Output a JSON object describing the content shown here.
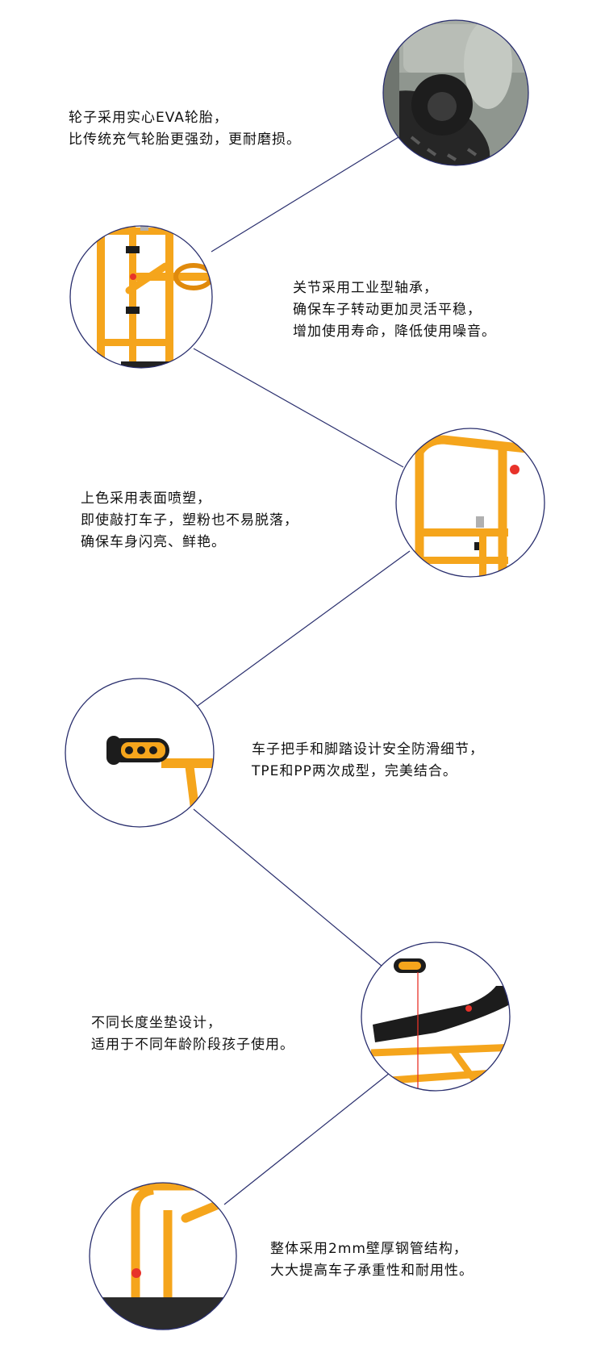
{
  "features": [
    {
      "name": "wheel",
      "lines": [
        "轮子采用实心EVA轮胎，",
        "比传统充气轮胎更强劲，更耐磨损。"
      ]
    },
    {
      "name": "bearing",
      "lines": [
        "关节采用工业型轴承，",
        "确保车子转动更加灵活平稳，",
        "增加使用寿命，降低使用噪音。"
      ]
    },
    {
      "name": "coating",
      "lines": [
        "上色采用表面喷塑，",
        "即使敲打车子，塑粉也不易脱落，",
        "确保车身闪亮、鲜艳。"
      ]
    },
    {
      "name": "handle",
      "lines": [
        "车子把手和脚踏设计安全防滑细节，",
        "TPE和PP两次成型，完美结合。"
      ]
    },
    {
      "name": "seat",
      "lines": [
        "不同长度坐垫设计，",
        "适用于不同年龄阶段孩子使用。"
      ]
    },
    {
      "name": "steel",
      "lines": [
        "整体采用2mm壁厚钢管结构，",
        "大大提高车子承重性和耐用性。"
      ]
    }
  ],
  "colors": {
    "tube": "#f5a51c",
    "tube_dark": "#e08a0c",
    "accent_dot": "#e8322a",
    "connector": "#2a2f6e",
    "circle_border": "#2a2f6e",
    "rubber": "#1c1c1c"
  }
}
